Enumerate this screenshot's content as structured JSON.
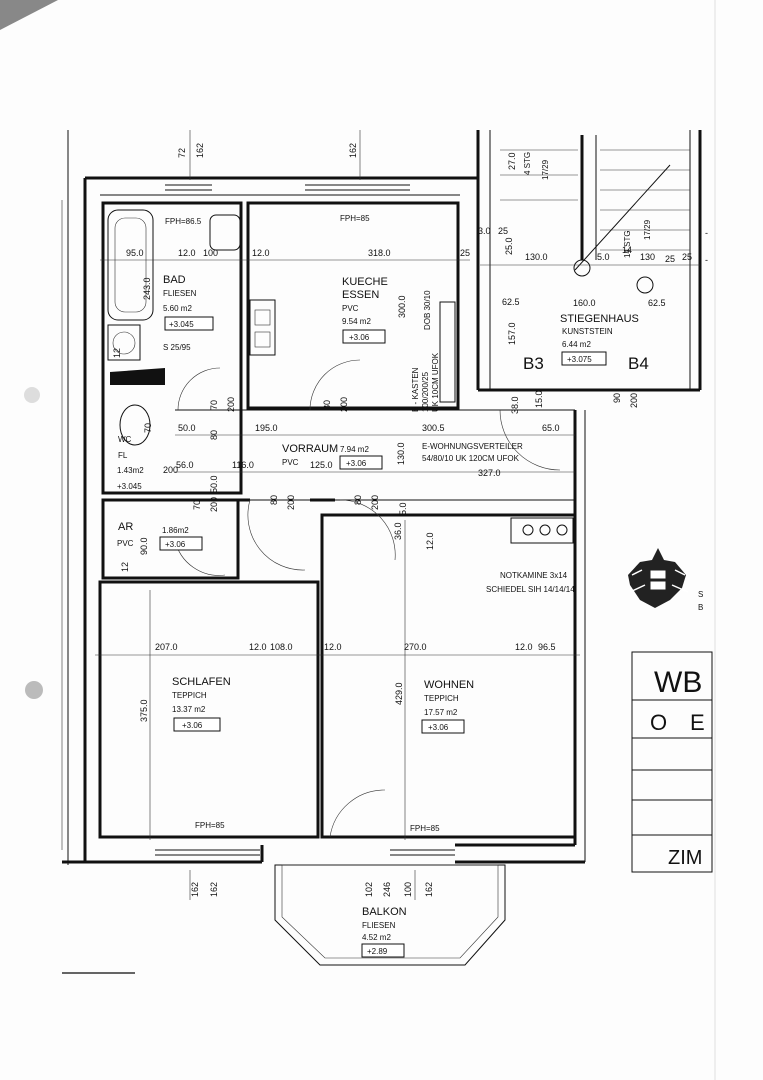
{
  "rooms": {
    "bad": {
      "name": "BAD",
      "floor": "FLIESEN",
      "area": "5.60 m2",
      "level": "+3.045",
      "dim": "243.0",
      "note": "S 25/95"
    },
    "kueche": {
      "name": "KUECHE",
      "name2": "ESSEN",
      "floor": "PVC",
      "area": "9.54 m2",
      "level": "+3.06",
      "fph": "FPH=85"
    },
    "vorraum": {
      "name": "VORRAUM",
      "floor": "PVC",
      "area": "7.94 m2",
      "level": "+3.06"
    },
    "wc": {
      "name": "WC",
      "floor": "FL",
      "area": "1.43m2",
      "level": "+3.045"
    },
    "ar": {
      "name": "AR",
      "floor": "PVC",
      "area": "1.86m2",
      "level": "+3.06",
      "dim": "90.0"
    },
    "schlafen": {
      "name": "SCHLAFEN",
      "floor": "TEPPICH",
      "area": "13.37 m2",
      "level": "+3.06",
      "fph": "FPH=85",
      "dim": "375.0"
    },
    "wohnen": {
      "name": "WOHNEN",
      "floor": "TEPPICH",
      "area": "17.57 m2",
      "level": "+3.06",
      "fph": "FPH=85",
      "dim": "429.0"
    },
    "balkon": {
      "name": "BALKON",
      "floor": "FLIESEN",
      "area": "4.52 m2",
      "level": "+2.89"
    },
    "stiegenhaus": {
      "name": "STIEGENHAUS",
      "floor": "KUNSTSTEIN",
      "area": "6.44 m2",
      "level": "+3.075",
      "b3": "B3",
      "b4": "B4",
      "stg1": "4 STG",
      "stg1b": "17/29",
      "stg2": "14 STG",
      "stg2b": "17/29"
    }
  },
  "annotations": {
    "fph_bad": "FPH=86.5",
    "notkamine": "NOTKAMINE 3x14",
    "schiedel": "SCHIEDEL SIH 14/14/14",
    "e_kasten": "E - KASTEN",
    "e_kasten2": "100/200/25",
    "e_kasten3": "UK 10CM UFOK",
    "dob": "DOB 30/10",
    "verteiler": "E-WOHNUNGSVERTEILER",
    "verteiler2": "54/80/10 UK 120CM UFOK"
  },
  "dimensions": {
    "top": [
      "72",
      "162",
      "162"
    ],
    "kitchen_width": "318.0",
    "bad_dims": [
      "95.0",
      "12.0",
      "100",
      "12.0",
      "25"
    ],
    "stair": [
      "130.0",
      "25.0",
      "130",
      "25",
      "160.0",
      "62.5",
      "62.5",
      "157.0",
      "27.0",
      "3.0",
      "25",
      "5.0",
      "14",
      "25"
    ],
    "vorraum": [
      "50.0",
      "195.0",
      "300.5",
      "65.0",
      "56.0",
      "116.0",
      "125.0",
      "327.0",
      "130.0",
      "300.0"
    ],
    "doors": [
      "70",
      "80",
      "200",
      "70",
      "80",
      "200",
      "80",
      "200",
      "80",
      "200",
      "90",
      "200",
      "38.0",
      "15.0",
      "70",
      "200",
      "50.0",
      "200"
    ],
    "row": [
      "207.0",
      "12.0",
      "108.0",
      "12.0",
      "270.0",
      "12.0",
      "96.5"
    ],
    "bottom": [
      "162",
      "162",
      "102",
      "246",
      "100",
      "162"
    ],
    "misc": [
      "36.0",
      "5.0",
      "12",
      "12.0",
      "12"
    ]
  },
  "titleblock": {
    "t1": "WB",
    "t2": "O",
    "t3": "E",
    "t4": "ZIM"
  }
}
